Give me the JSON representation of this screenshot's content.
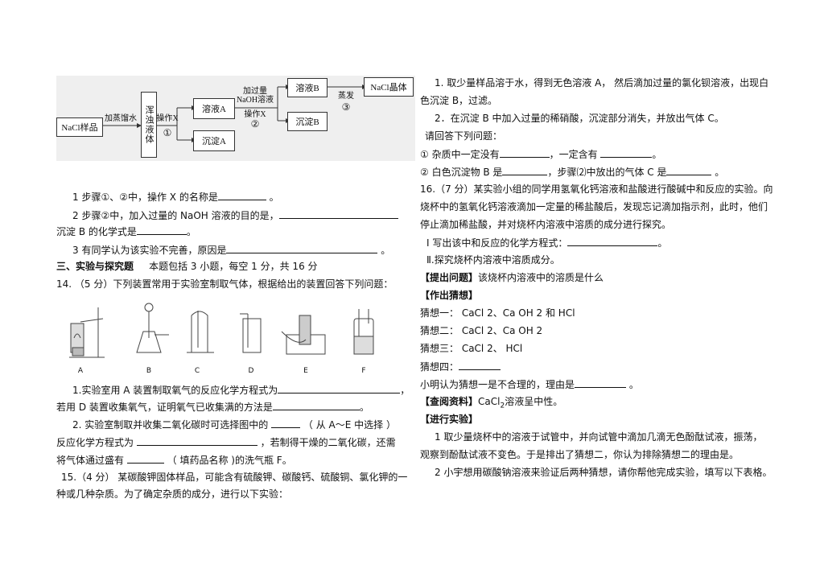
{
  "flowchart": {
    "start": "NaCl样品",
    "step_add_water": "加蒸馏水",
    "turbid_liquid": "浑浊液体",
    "op_x_1": "操作X",
    "circle_1": "①",
    "solution_a": "溶液A",
    "precipitate_a": "沉淀A",
    "add_naoh_line1": "加过量",
    "add_naoh_line2": "NaOH溶液",
    "op_x_2": "操作X",
    "circle_2": "②",
    "solution_b": "溶液B",
    "precipitate_b": "沉淀B",
    "evaporate": "蒸发",
    "circle_3": "③",
    "crystal": "NaCl晶体"
  },
  "left": {
    "q_step_op": "1 步骤①、②中，操作 X 的名称是",
    "q_step_op_end": "。",
    "q_naoh_purpose": "2 步骤②中，加入过量的 NaOH 溶液的目的是，",
    "q_precip_b": "沉淀 B 的化学式是",
    "q_precip_b_end": "。",
    "q_incomplete": "3 有同学认为该实验不完善，原因是",
    "q_incomplete_end": "。",
    "section3": "三、实验与探究题",
    "section3_desc": "本题包括 3 小题，每空 1 分，共 16 分",
    "q14": "14.    （5 分）下列装置常用于实验室制取气体，根据给出的装置回答下列问题：",
    "apparatus_labels": [
      "A",
      "B",
      "C",
      "D",
      "E",
      "F"
    ],
    "q14_1a": "1.实验室用 A 装置制取氧气的反应化学方程式为",
    "q14_1a_end": "，",
    "q14_1b": "若用 D 装置收集氧气，证明氧气已收集满的方法是",
    "q14_1b_end": "。",
    "q14_2a": "2. 实验室制取并收集二氧化碳时可选择图中的",
    "q14_2a_end": "（ 从 A～E 中选择 ）",
    "q14_2b": "反应化学方程式为",
    "q14_2b_end": "，若制得干燥的二氧化碳，还需",
    "q14_2c": "将气体通过盛有",
    "q14_2c_end": "（ 填药品名称 )的洗气瓶 F。",
    "q15a": "15.（4 分） 某碳酸钾固体样品，可能含有硫酸钾、碳酸钙、硫酸铜、氯化钾的一",
    "q15b": "种或几种杂质。为了确定杂质的成分，进行以下实验："
  },
  "right": {
    "r1a": "1. 取少量样品溶于水，得到无色溶液 A，  然后滴加过量的氯化钡溶液，出现白",
    "r1b": "色沉淀 B，过滤。",
    "r2": "2．在沉淀 B 中加入过量的稀硝酸，沉淀部分消失，并放出气体 C。",
    "r3": "请回答下列问题：",
    "r4a": "① 杂质中一定没有",
    "r4b": "，一定含有",
    "r4c": "。",
    "r5a": "② 白色沉淀物 B 是",
    "r5b": "，步骤⑵中放出的气体 C 是",
    "r5c": "。",
    "q16a": "16.（7 分）某实验小组的同学用氢氧化钙溶液和盐酸进行酸碱中和反应的实验。向",
    "q16b": "烧杯中的氢氧化钙溶液滴加一定量的稀盐酸后，发现忘记滴加指示剂，此时，他们",
    "q16c": "停止滴加稀盐酸，并对烧杯内溶液中溶质的成分进行探究。",
    "q16_i": "Ⅰ 写出该中和反应的化学方程式：",
    "q16_i_end": "。",
    "q16_ii": "Ⅱ.探究烧杯内溶液中溶质成分。",
    "ask_tag": "【提出问题】",
    "ask_text": "该烧杯内溶液中的溶质是什么",
    "guess_tag": "【作出猜想】",
    "guess1": "猜想一：  CaCl   2、Ca      OH        2 和 HCl",
    "guess2": "猜想二：  CaCl   2、Ca      OH        2",
    "guess3": "猜想三：  CaCl   2、  HCl",
    "guess4": "猜想四：",
    "xiaoming": "小明认为猜想一是不合理的，理由是",
    "xiaoming_end": "。",
    "info_tag": "【查阅资料】",
    "info_text_pre": "CaCl",
    "info_text_sub": "2",
    "info_text_post": "溶液呈中性。",
    "exp_tag": "【进行实验】",
    "exp1a": "1    取少量烧杯中的溶液于试管中，并向试管中滴加几滴无色酚酞试液，振荡，",
    "exp1b": "观察到酚酞试液不变色。于是排出了猜想二，你认为排除猜想二的理由是。",
    "exp2": "2 小宇想用碳酸钠溶液来验证后两种猜想，请你帮他完成实验，填写以下表格。"
  }
}
